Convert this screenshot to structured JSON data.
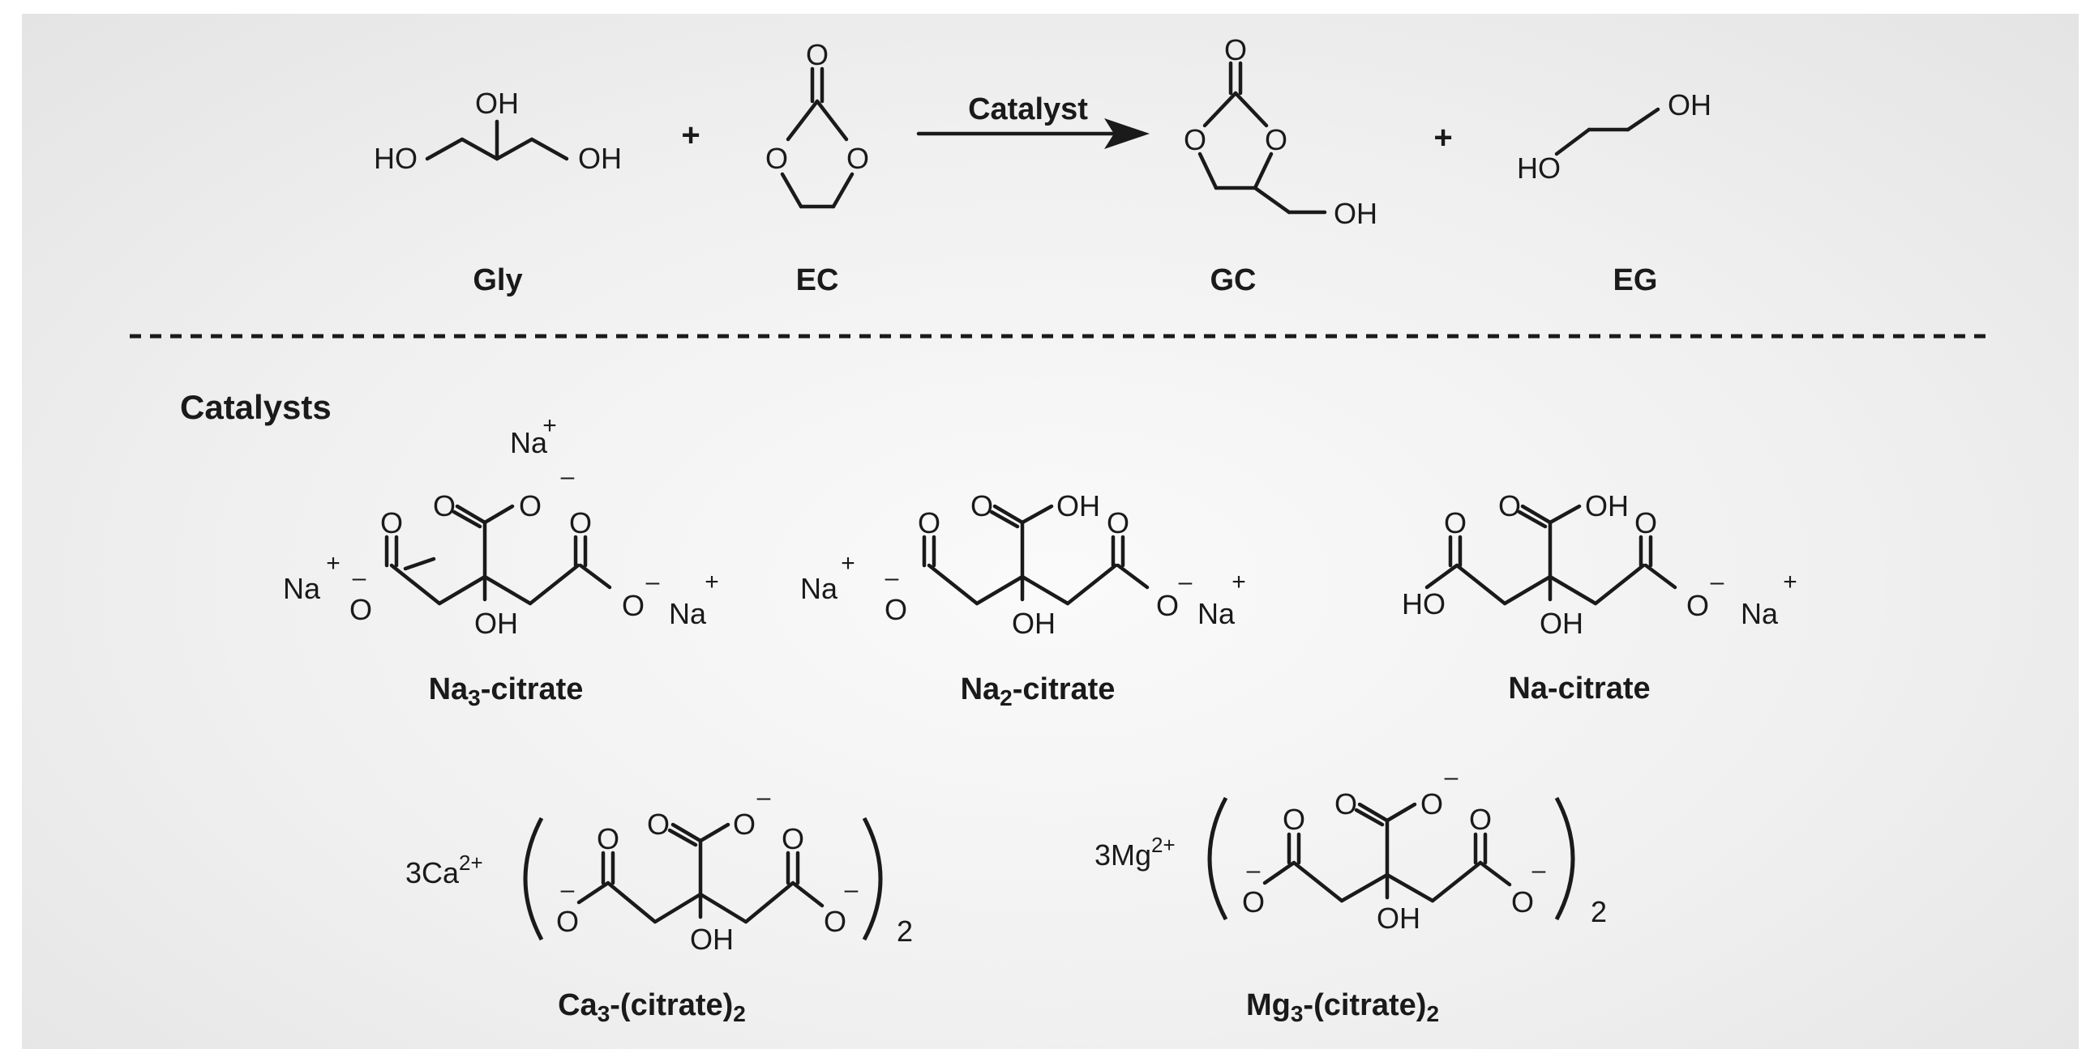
{
  "reaction": {
    "arrow_label": "Catalyst",
    "plus_1": "+",
    "plus_2": "+",
    "compounds": [
      {
        "label": "Gly"
      },
      {
        "label": "EC"
      },
      {
        "label": "GC"
      },
      {
        "label": "EG"
      }
    ]
  },
  "catalysts": {
    "heading": "Catalysts",
    "items": [
      {
        "label_main": "Na",
        "label_sub": "3",
        "label_rest": "-citrate"
      },
      {
        "label_main": "Na",
        "label_sub": "2",
        "label_rest": "-citrate"
      },
      {
        "label_main": "Na-citrate",
        "label_sub": "",
        "label_rest": ""
      },
      {
        "label_main": "Ca",
        "label_sub": "3",
        "label_rest": "-(citrate)",
        "label_sub2": "2",
        "prefix": "3Ca",
        "prefix_charge": "2+",
        "multiplier": "2"
      },
      {
        "label_main": "Mg",
        "label_sub": "3",
        "label_rest": "-(citrate)",
        "label_sub2": "2",
        "prefix": "3Mg",
        "prefix_charge": "2+",
        "multiplier": "2"
      }
    ]
  },
  "atoms": {
    "O": "O",
    "OH": "OH",
    "HO": "HO",
    "Na": "Na",
    "plus": "+",
    "minus": "–"
  }
}
